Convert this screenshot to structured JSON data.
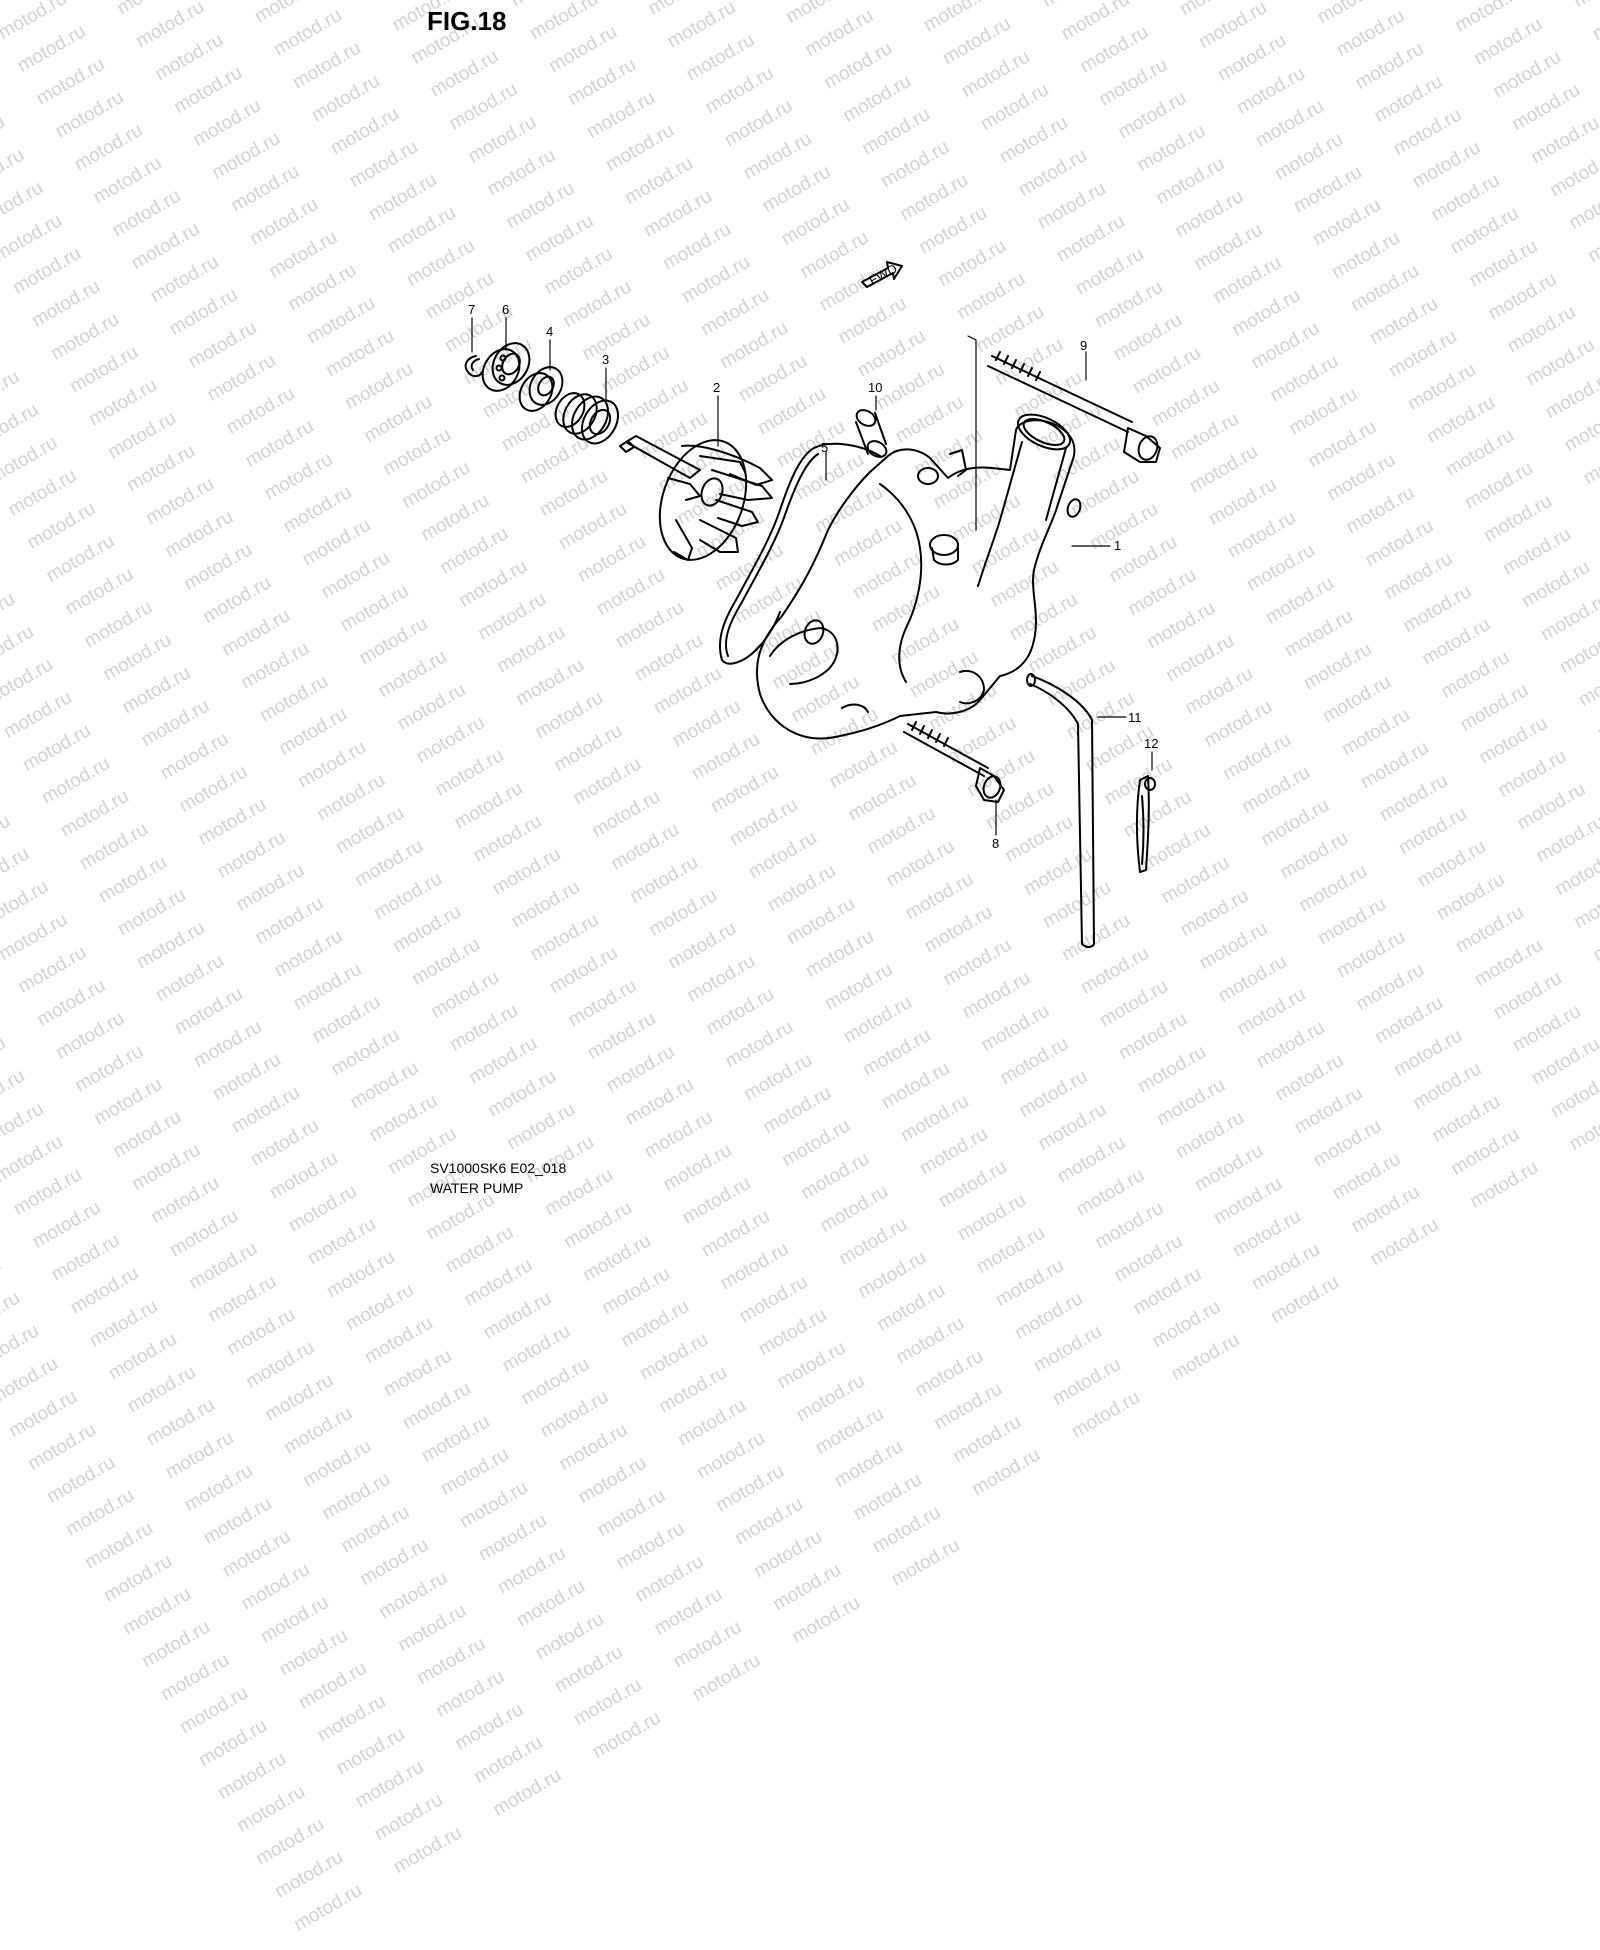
{
  "figure": {
    "title": "FIG.18",
    "footer_code": "SV1000SK6 E02_018",
    "footer_name": "WATER PUMP",
    "fwd_label": "FWD",
    "watermark_text": "motod.ru"
  },
  "parts": [
    {
      "ref": "1",
      "name": "pump-housing"
    },
    {
      "ref": "2",
      "name": "impeller"
    },
    {
      "ref": "3",
      "name": "mechanical-seal"
    },
    {
      "ref": "4",
      "name": "bearing"
    },
    {
      "ref": "5",
      "name": "o-ring"
    },
    {
      "ref": "6",
      "name": "bearing"
    },
    {
      "ref": "7",
      "name": "circlip"
    },
    {
      "ref": "8",
      "name": "bolt"
    },
    {
      "ref": "9",
      "name": "bolt"
    },
    {
      "ref": "10",
      "name": "dowel-pin"
    },
    {
      "ref": "11",
      "name": "hose"
    },
    {
      "ref": "12",
      "name": "clamp"
    }
  ]
}
